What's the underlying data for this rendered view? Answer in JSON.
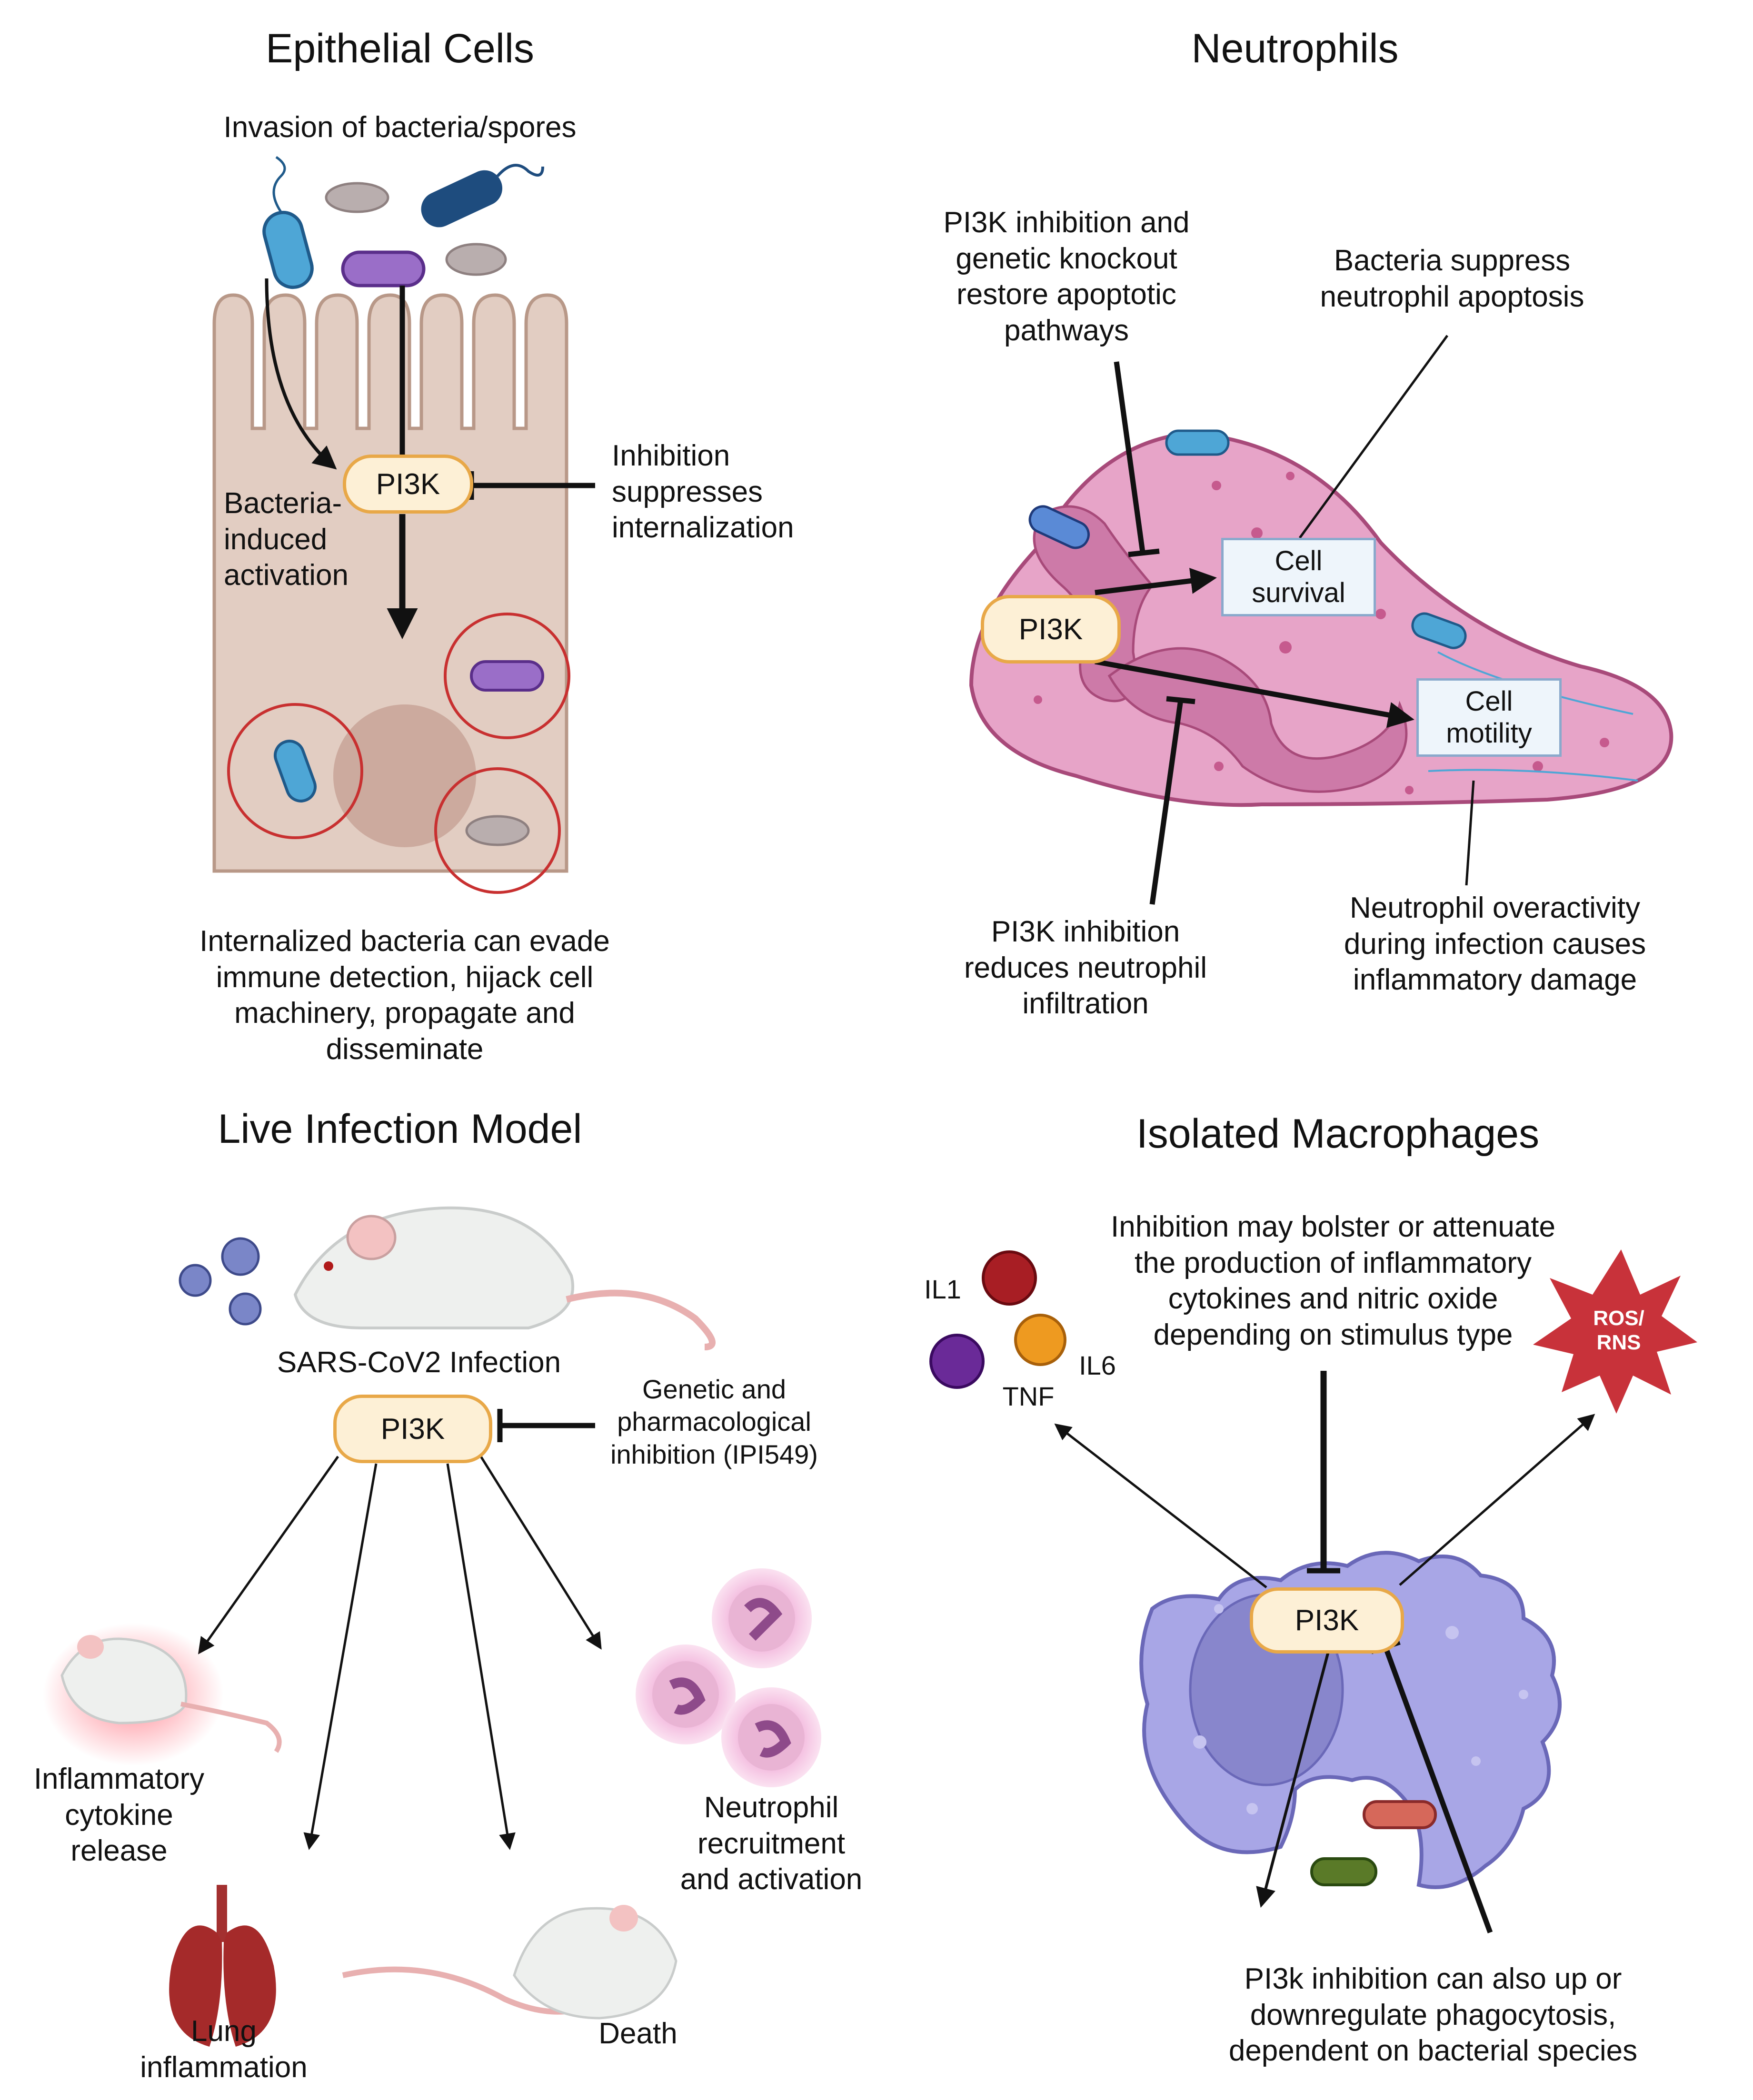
{
  "colors": {
    "pill_fill": "#fdf0d6",
    "pill_border": "#e8a848",
    "epithelial_cell": "#e2cdc2",
    "neutrophil": "#e2a0c4",
    "macrophage": "#a8a6e6",
    "infection_ring": "#c83030",
    "ros_star": "#c8323a"
  },
  "panels": {
    "epithelial": {
      "title": "Epithelial Cells",
      "invasion": "Invasion of bacteria/spores",
      "pi3k": "PI3K",
      "activation": "Bacteria-\ninduced\nactivation",
      "inhibition": "Inhibition\nsuppresses\ninternalization",
      "caption": "Internalized bacteria can evade\nimmune detection, hijack cell\nmachinery, propagate and\ndisseminate"
    },
    "neutrophils": {
      "title": "Neutrophils",
      "restore": "PI3K inhibition and\ngenetic knockout\nrestore apoptotic\npathways",
      "suppress": "Bacteria suppress\nneutrophil apoptosis",
      "pi3k": "PI3K",
      "survival": "Cell\nsurvival",
      "motility": "Cell\nmotility",
      "infiltration": "PI3K inhibition\nreduces neutrophil\ninfiltration",
      "overactivity": "Neutrophil overactivity\nduring infection causes\ninflammatory damage"
    },
    "live_infection": {
      "title": "Live Infection Model",
      "infection": "SARS-CoV2 Infection",
      "pi3k": "PI3K",
      "inhibition": "Genetic and\npharmacological\ninhibition (IPI549)",
      "cytokine": "Inflammatory\ncytokine\nrelease",
      "lung": "Lung\ninflammation",
      "death": "Death",
      "neutrophil": "Neutrophil\nrecruitment\nand activation"
    },
    "macrophages": {
      "title": "Isolated Macrophages",
      "inhibition": "Inhibition may bolster or attenuate\nthe production of inflammatory\ncytokines and nitric oxide\ndepending on stimulus type",
      "il1": "IL1",
      "il6": "IL6",
      "tnf": "TNF",
      "ros": "ROS/\nRNS",
      "pi3k": "PI3K",
      "phagocytosis": "PI3k inhibition can also up or\ndownregulate phagocytosis,\ndependent on bacterial species"
    }
  }
}
